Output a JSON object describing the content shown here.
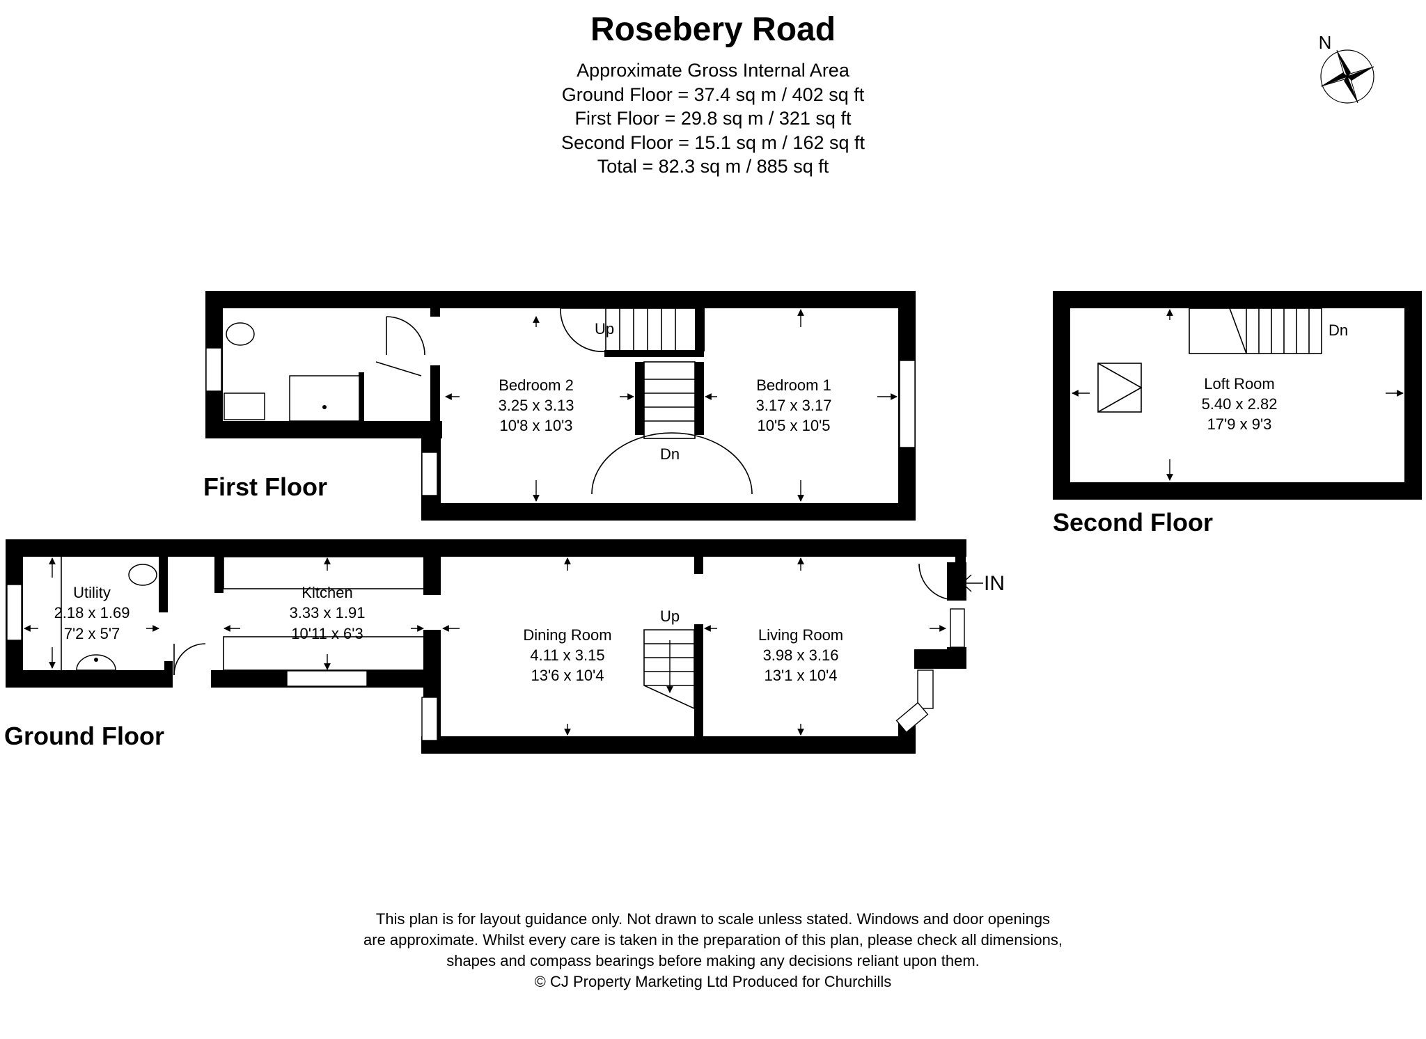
{
  "title": "Rosebery Road",
  "area": {
    "heading": "Approximate Gross Internal Area",
    "ground": "Ground Floor = 37.4 sq m / 402 sq ft",
    "first": "First Floor = 29.8 sq m / 321 sq ft",
    "second": "Second Floor = 15.1 sq m / 162 sq ft",
    "total": "Total = 82.3 sq m / 885 sq ft"
  },
  "compass": {
    "label": "N",
    "icon": "compass-rose-icon"
  },
  "floors": {
    "first": "First Floor",
    "second": "Second Floor",
    "ground": "Ground Floor"
  },
  "rooms": {
    "bedroom2": {
      "name": "Bedroom 2",
      "metric": "3.25 x 3.13",
      "imperial": "10'8 x 10'3"
    },
    "bedroom1": {
      "name": "Bedroom 1",
      "metric": "3.17 x 3.17",
      "imperial": "10'5 x 10'5"
    },
    "loft": {
      "name": "Loft Room",
      "metric": "5.40 x 2.82",
      "imperial": "17'9 x 9'3"
    },
    "utility": {
      "name": "Utility",
      "metric": "2.18 x 1.69",
      "imperial": "7'2 x 5'7"
    },
    "kitchen": {
      "name": "Kitchen",
      "metric": "3.33 x 1.91",
      "imperial": "10'11 x 6'3"
    },
    "dining": {
      "name": "Dining Room",
      "metric": "4.11 x 3.15",
      "imperial": "13'6 x 10'4"
    },
    "living": {
      "name": "Living Room",
      "metric": "3.98 x 3.16",
      "imperial": "13'1 x 10'4"
    }
  },
  "stairs": {
    "first_up": "Up",
    "first_dn": "Dn",
    "loft_dn": "Dn",
    "ground_up": "Up"
  },
  "entrance": "IN",
  "disclaimer": {
    "line1": "This plan is for layout guidance only. Not drawn to scale unless stated. Windows and door openings",
    "line2": "are approximate. Whilst every care is taken in the preparation of this plan, please check all dimensions,",
    "line3": "shapes and compass bearings before making any decisions reliant upon them.",
    "line4": "© CJ Property Marketing Ltd Produced for Churchills"
  }
}
